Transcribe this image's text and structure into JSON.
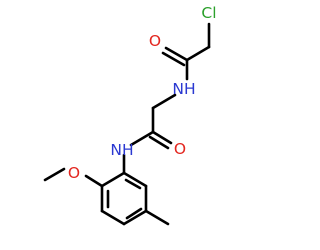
{
  "molecule": {
    "atoms": {
      "chlorine": "Cl",
      "oxygen_top": "O",
      "amide_nh_top": "NH",
      "oxygen_middle": "O",
      "amide_nh_middle": "NH",
      "methoxy_oxygen": "O"
    }
  },
  "colors": {
    "bond": "#000000",
    "chlorine": "#2ba02b",
    "oxygen": "#e3261f",
    "nitrogen": "#2b39d1"
  }
}
